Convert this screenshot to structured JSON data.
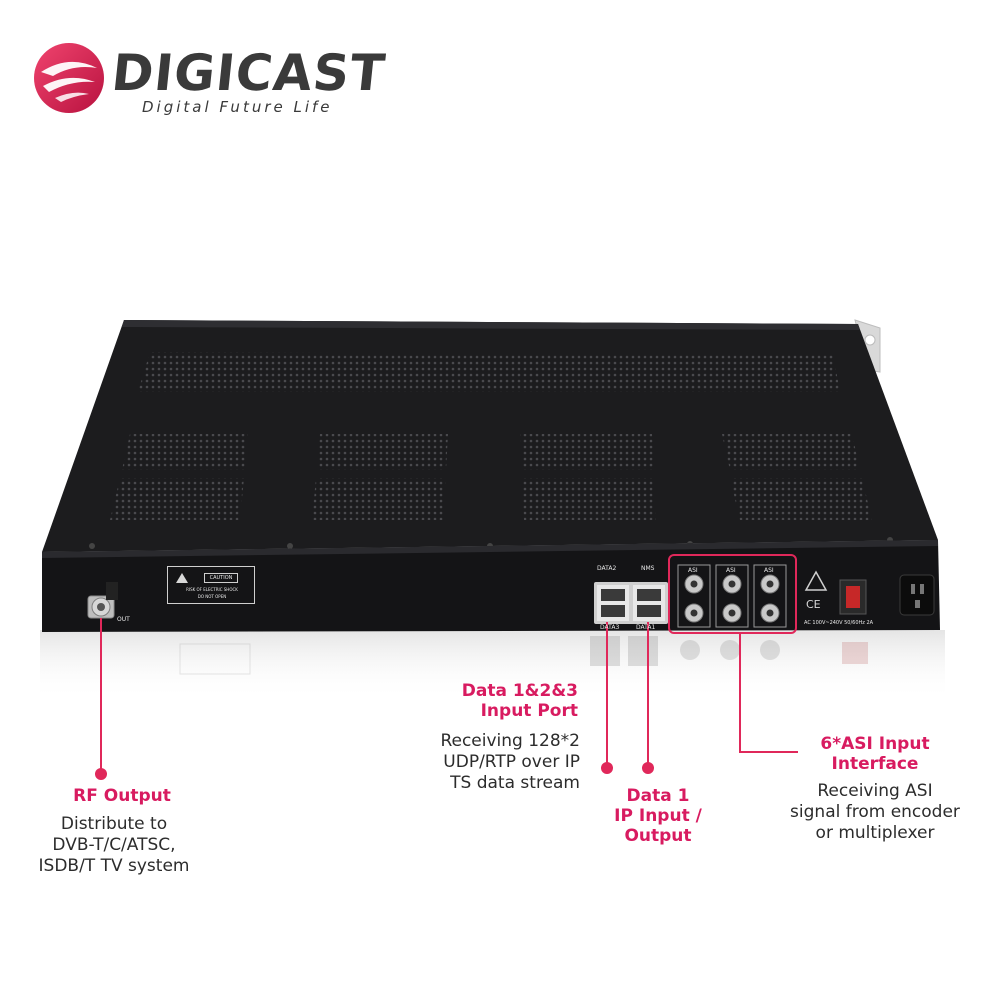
{
  "brand": {
    "name": "DIGICAST",
    "tagline": "Digital Future Life",
    "color": "#e0285a"
  },
  "device": {
    "rf_port_label": "OUT",
    "caution": {
      "title": "CAUTION",
      "line1": "RISK OF ELECTRIC SHOCK",
      "line2": "DO NOT OPEN"
    },
    "ports": {
      "data2": "DATA2",
      "nms": "NMS",
      "data3": "DATA3",
      "data1": "DATA1",
      "asi": "ASI",
      "ce": "CE",
      "power_rating": "AC 100V~240V 50/60Hz 2A"
    }
  },
  "annotations": {
    "rf_output": {
      "title": "RF Output",
      "desc": [
        "Distribute to",
        "DVB-T/C/ATSC,",
        "ISDB/T TV system"
      ]
    },
    "data123": {
      "title": [
        "Data 1&2&3",
        "Input Port"
      ],
      "desc": [
        "Receiving 128*2",
        "UDP/RTP over IP",
        "TS data stream"
      ]
    },
    "data1": {
      "title": [
        "Data 1",
        "IP Input /",
        "Output"
      ]
    },
    "asi": {
      "title": [
        "6*ASI Input",
        "Interface"
      ],
      "desc": [
        "Receiving ASI",
        "signal from encoder",
        "or multiplexer"
      ]
    }
  },
  "colors": {
    "accent": "#d81b60",
    "chassis": "#1c1c1e",
    "text": "#2c2c2c"
  }
}
